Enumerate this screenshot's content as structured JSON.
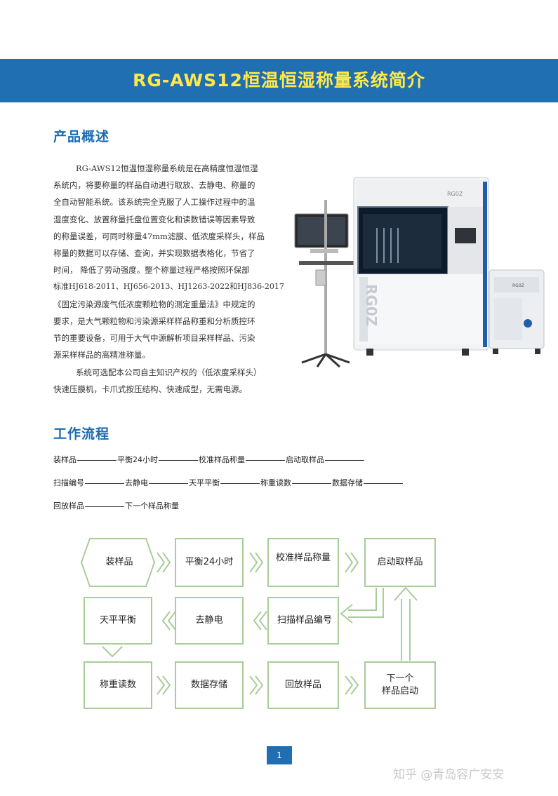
{
  "header": {
    "title": "RG-AWS12恒温恒湿称量系统简介"
  },
  "overview": {
    "heading": "产品概述",
    "para1_lines": [
      "RG-AWS12恒温恒湿称量系统是在高精度恒温恒湿",
      "系统内，将要称量的样品自动进行取放、去静电、称量的",
      "全自动智能系统。该系统完全克服了人工操作过程中的温",
      "湿度变化、放置称量托盘位置变化和读数错误等因素导致",
      "的称量误差，可同时称量47mm滤膜、低浓度采样头，样品",
      "称量的数据可以存储、查询，并实现数据表格化，节省了",
      "时间， 降低了劳动强度。整个称量过程严格按照环保部",
      "标准HJ618-2011、HJ656-2013、HJ1263-2022和HJ836-2017",
      "《固定污染源废气低浓度颗粒物的测定重量法》中规定的",
      "要求，是大气颗粒物和污染源采样样品称重和分析质控环",
      "节的重要设备，可用于大气中源解析项目采样样品、污染",
      "源采样样品的高精准称量。"
    ],
    "para2_lines": [
      "系统可选配本公司自主知识产权的（低浓度采样头）",
      "快速压膜机，卡爪式按压结构、快速成型，无需电源。"
    ]
  },
  "product_image": {
    "brand_top": "RG0Z",
    "brand_side": "RG0Z",
    "brand_small": "RG0Z"
  },
  "workflow": {
    "heading": "工作流程",
    "line1": [
      "装样品",
      "平衡24小时",
      "校准样品称量",
      "启动取样品"
    ],
    "line2": [
      "扫描编号",
      "去静电",
      "天平平衡",
      "称重读数",
      "数据存储"
    ],
    "line3": [
      "回放样品",
      "下一个样品称量"
    ]
  },
  "flowchart": {
    "row1": [
      "装样品",
      "平衡24小时",
      "校准样品称量",
      "启动取样品"
    ],
    "row2": [
      "天平平衡",
      "去静电",
      "扫描样品编号"
    ],
    "row3": [
      "称重读数",
      "数据存储",
      "回放样品",
      "下一个\n样品启动"
    ],
    "color": "#a9cc9a"
  },
  "footer": {
    "page_number": "1",
    "watermark": "知乎 @青岛容广安安"
  }
}
